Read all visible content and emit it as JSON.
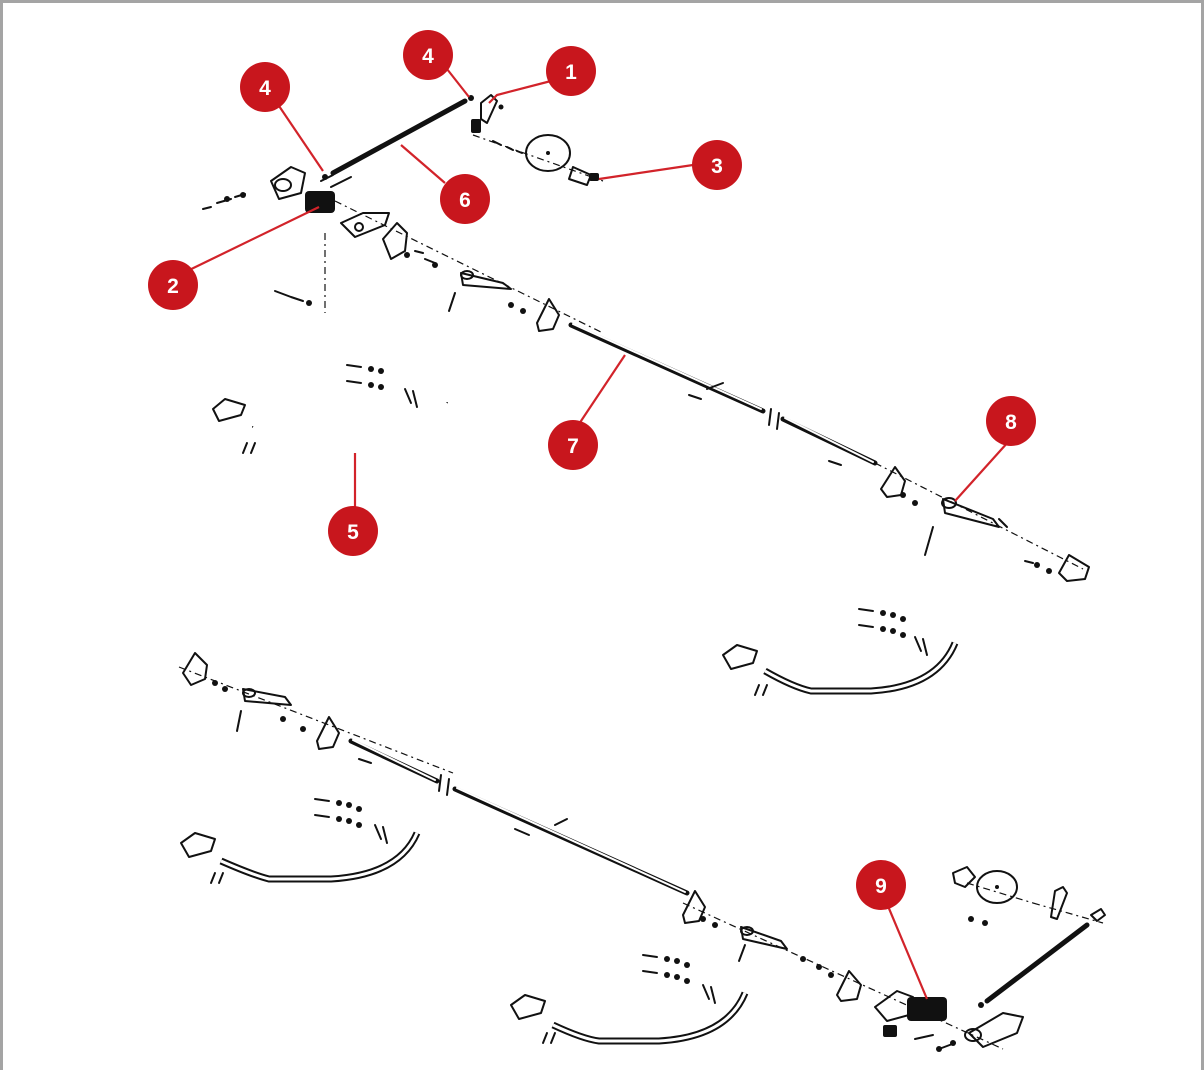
{
  "callouts": [
    {
      "id": "callout-1",
      "label": "1"
    },
    {
      "id": "callout-2",
      "label": "2"
    },
    {
      "id": "callout-3",
      "label": "3"
    },
    {
      "id": "callout-4a",
      "label": "4"
    },
    {
      "id": "callout-4b",
      "label": "4"
    },
    {
      "id": "callout-5",
      "label": "5"
    },
    {
      "id": "callout-6",
      "label": "6"
    },
    {
      "id": "callout-7",
      "label": "7"
    },
    {
      "id": "callout-8",
      "label": "8"
    },
    {
      "id": "callout-9",
      "label": "9"
    }
  ],
  "colors": {
    "callout_fill": "#c8161d",
    "leader": "#d2232a",
    "frame": "#a4a4a4",
    "ink": "#111111"
  }
}
